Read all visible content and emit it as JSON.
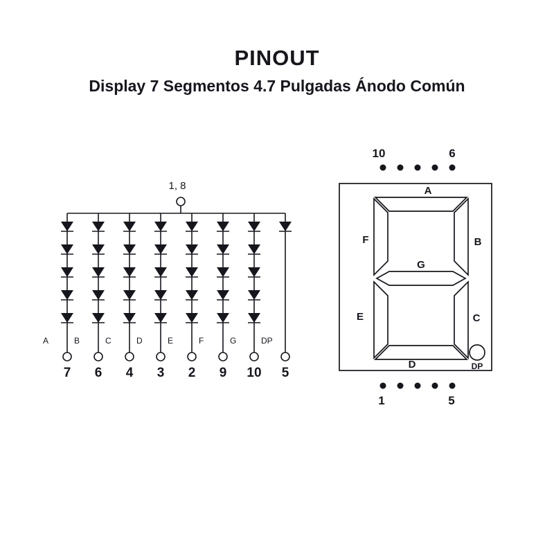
{
  "header": {
    "title": "PINOUT",
    "subtitle": "Display 7 Segmentos 4.7 Pulgadas Ánodo Común"
  },
  "schematic": {
    "common_anode_label": "1, 8",
    "columns": [
      {
        "segment": "A",
        "pin": "7",
        "diodes": 5
      },
      {
        "segment": "B",
        "pin": "6",
        "diodes": 5
      },
      {
        "segment": "C",
        "pin": "4",
        "diodes": 5
      },
      {
        "segment": "D",
        "pin": "3",
        "diodes": 5
      },
      {
        "segment": "E",
        "pin": "2",
        "diodes": 5
      },
      {
        "segment": "F",
        "pin": "9",
        "diodes": 5
      },
      {
        "segment": "G",
        "pin": "10",
        "diodes": 5
      },
      {
        "segment": "DP",
        "pin": "5",
        "diodes": 1
      }
    ]
  },
  "display": {
    "pin_labels": {
      "top_left": "10",
      "top_right": "6",
      "bottom_left": "1",
      "bottom_right": "5"
    },
    "top_dots": 5,
    "bottom_dots": 5,
    "segment_labels": {
      "a": "A",
      "b": "B",
      "c": "C",
      "d": "D",
      "e": "E",
      "f": "F",
      "g": "G",
      "dp": "DP"
    }
  },
  "colors": {
    "ink": "#16161d",
    "background": "#ffffff"
  }
}
